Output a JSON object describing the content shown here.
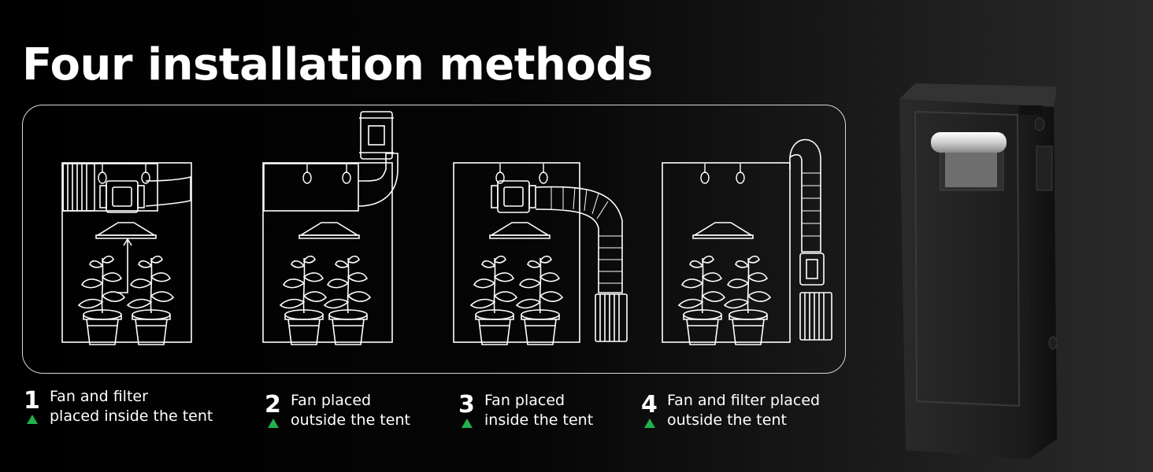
{
  "page": {
    "title": "Four installation methods"
  },
  "methods": [
    {
      "number": "1",
      "line1": "Fan and filter",
      "line2": "placed inside the tent"
    },
    {
      "number": "2",
      "line1": "Fan placed",
      "line2": "outside the tent"
    },
    {
      "number": "3",
      "line1": "Fan placed",
      "line2": "inside the tent"
    },
    {
      "number": "4",
      "line1": "Fan and filter placed",
      "line2": "outside the tent"
    }
  ],
  "colors": {
    "background": "#000000",
    "line_art": "#ffffff",
    "accent_marker": "#22b14c"
  },
  "icons": {
    "marker": "green-triangle-icon"
  }
}
